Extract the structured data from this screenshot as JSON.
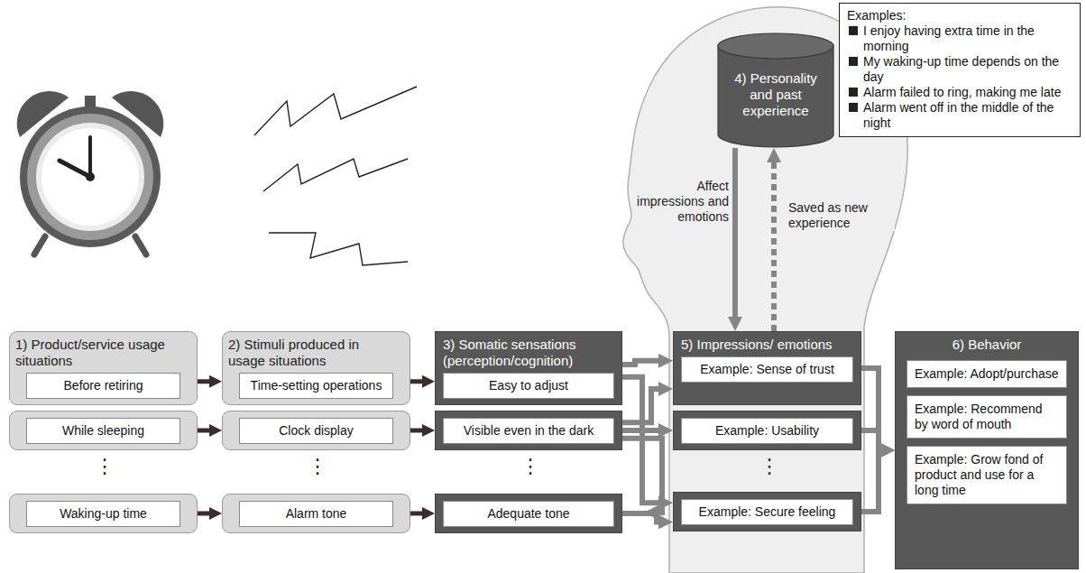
{
  "diagram": {
    "nodes": [
      {
        "text": [
          "1) Product/service usage situations"
        ]
      },
      {
        "text": [
          "Before retiring"
        ],
        "in": 0
      },
      {
        "text": []
      },
      {
        "text": [
          "While sleeping"
        ],
        "in": 2
      },
      {
        "text": []
      },
      {
        "text": [
          "Waking-up time"
        ],
        "in": 4
      },
      {
        "text": [
          "2) Stimuli produced in usage situations"
        ]
      },
      {
        "text": [
          "Time-setting operations"
        ],
        "in": 6
      },
      {
        "text": []
      },
      {
        "text": [
          "Clock display"
        ],
        "in": 8
      },
      {
        "text": []
      },
      {
        "text": [
          "Alarm tone"
        ],
        "in": 10
      },
      {
        "text": [
          "3) Somatic sensations (perception/cognition)"
        ]
      },
      {
        "text": [
          "Easy to adjust"
        ],
        "in": 12
      },
      {
        "text": []
      },
      {
        "text": [
          "Visible even in the dark"
        ],
        "in": 14
      },
      {
        "text": []
      },
      {
        "text": [
          "Adequate tone"
        ],
        "in": 16
      },
      {
        "text": [
          "4) Personality and past experience"
        ]
      },
      {
        "text": [
          "5) Impressions/ emotions"
        ]
      },
      {
        "text": [
          "Example: Sense of trust"
        ],
        "in": 19
      },
      {
        "text": []
      },
      {
        "text": [
          "Example: Usability"
        ],
        "in": 21
      },
      {
        "text": []
      },
      {
        "text": [
          "Example: Secure feeling"
        ],
        "in": 23
      },
      {
        "text": [
          "6) Behavior"
        ]
      },
      {
        "text": [
          "Example: Adopt/purchase"
        ],
        "in": 25
      },
      {
        "text": [
          "Example: Recommend by word of mouth"
        ],
        "in": 25
      },
      {
        "text": [
          "Example: Grow fond of product and use for a long time"
        ],
        "in": 25
      },
      {
        "text": [
          "Examples:",
          "I enjoy having extra time in the morning",
          "My waking-up time depends on the day",
          "Alarm failed to ring, making me late",
          "Alarm went off in the middle of the night"
        ]
      }
    ],
    "edges": [
      {
        "from": 0,
        "to": 6,
        "arrow": "to"
      },
      {
        "from": 2,
        "to": 8,
        "arrow": "to"
      },
      {
        "from": 4,
        "to": 10,
        "arrow": "to"
      },
      {
        "from": 6,
        "to": 12,
        "arrow": "to"
      },
      {
        "from": 8,
        "to": 14,
        "arrow": "to"
      },
      {
        "from": 10,
        "to": 16,
        "arrow": "to"
      },
      {
        "from": 12,
        "to": 19,
        "arrow": "to"
      },
      {
        "from": 12,
        "to": 23,
        "arrow": "to"
      },
      {
        "from": 14,
        "to": 19,
        "arrow": "to"
      },
      {
        "from": 14,
        "to": 21,
        "arrow": "to"
      },
      {
        "from": 14,
        "to": 23,
        "arrow": "to"
      },
      {
        "from": 16,
        "to": 23,
        "arrow": "to"
      },
      {
        "from": 18,
        "to": 19,
        "arrow": "to",
        "label": "Affect impressions and emotions"
      },
      {
        "from": 19,
        "to": 18,
        "arrow": "to",
        "label": "Saved as new experience"
      },
      {
        "from": 19,
        "to": 25,
        "arrow": "to"
      },
      {
        "from": 21,
        "to": 25,
        "arrow": "to"
      },
      {
        "from": 23,
        "to": 25,
        "arrow": "to"
      }
    ],
    "labels": [
      "⋮",
      "⋮",
      "⋮",
      "⋮"
    ]
  }
}
